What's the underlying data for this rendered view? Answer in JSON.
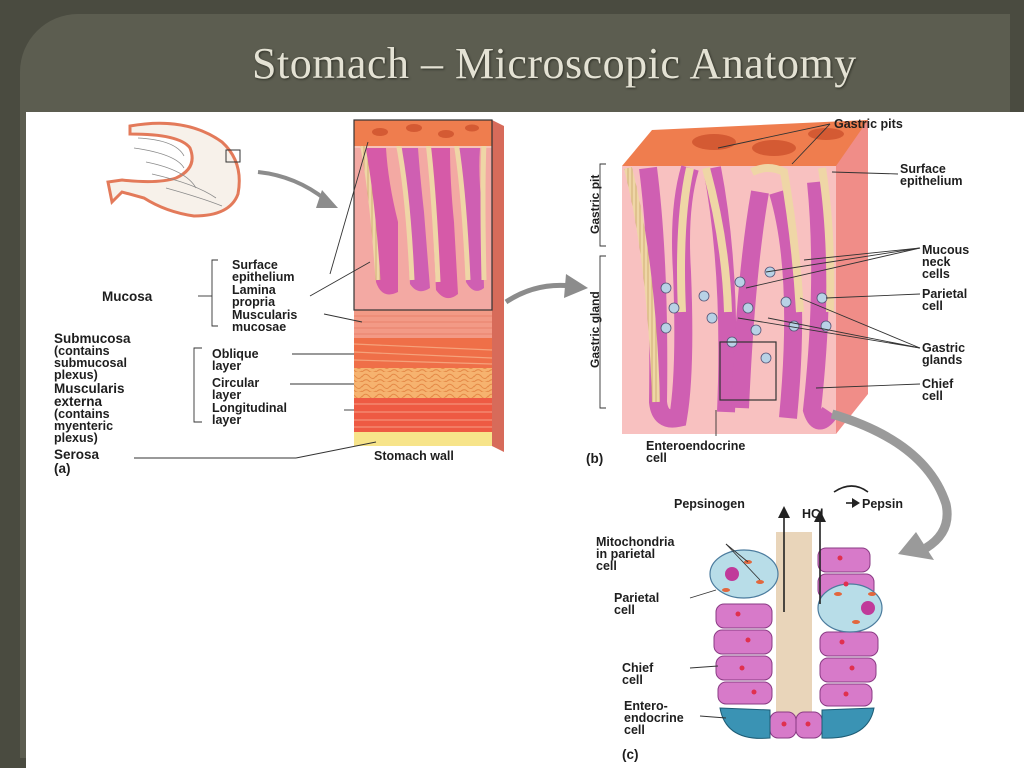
{
  "slide": {
    "title": "Stomach – Microscopic Anatomy"
  },
  "panel_a": {
    "label": "(a)",
    "caption": "Stomach wall",
    "mucosa": "Mucosa",
    "surface_epithelium": [
      "Surface",
      "epithelium"
    ],
    "lamina_propria": [
      "Lamina",
      "propria"
    ],
    "muscularis_mucosae": [
      "Muscularis",
      "mucosae"
    ],
    "submucosa": "Submucosa",
    "submucosa_note": [
      "(contains",
      "submucosal",
      "plexus)"
    ],
    "muscularis_externa": [
      "Muscularis",
      "externa"
    ],
    "muscularis_note": [
      "(contains",
      "myenteric",
      "plexus)"
    ],
    "oblique_layer": [
      "Oblique",
      "layer"
    ],
    "circular_layer": [
      "Circular",
      "layer"
    ],
    "longitudinal_layer": [
      "Longitudinal",
      "layer"
    ],
    "serosa": "Serosa"
  },
  "panel_b": {
    "label": "(b)",
    "gastric_pits": "Gastric pits",
    "surface_epithelium": [
      "Surface",
      "epithelium"
    ],
    "gastric_pit": "Gastric pit",
    "gastric_gland": "Gastric gland",
    "mucous_neck_cells": [
      "Mucous",
      "neck",
      "cells"
    ],
    "parietal_cell": [
      "Parietal",
      "cell"
    ],
    "gastric_glands": [
      "Gastric",
      "glands"
    ],
    "chief_cell": [
      "Chief",
      "cell"
    ],
    "enteroendocrine_cell": [
      "Enteroendocrine",
      "cell"
    ]
  },
  "panel_c": {
    "label": "(c)",
    "pepsinogen": "Pepsinogen",
    "hcl": "HCl",
    "pepsin": "Pepsin",
    "mitochondria": [
      "Mitochondria",
      "in parietal",
      "cell"
    ],
    "parietal_cell": [
      "Parietal",
      "cell"
    ],
    "chief_cell": [
      "Chief",
      "cell"
    ],
    "enteroendocrine_cell": [
      "Entero-",
      "endocrine",
      "cell"
    ]
  },
  "colors": {
    "frame": "#5c5d50",
    "background": "#4a4b40",
    "title": "#e4e2d4",
    "tissue_pink": "#f3a9a3",
    "tissue_orange": "#ef7d4e",
    "epithelium": "#efd6a6",
    "gland_magenta": "#cf5fb2",
    "arrow_gray": "#9a9a9a"
  }
}
